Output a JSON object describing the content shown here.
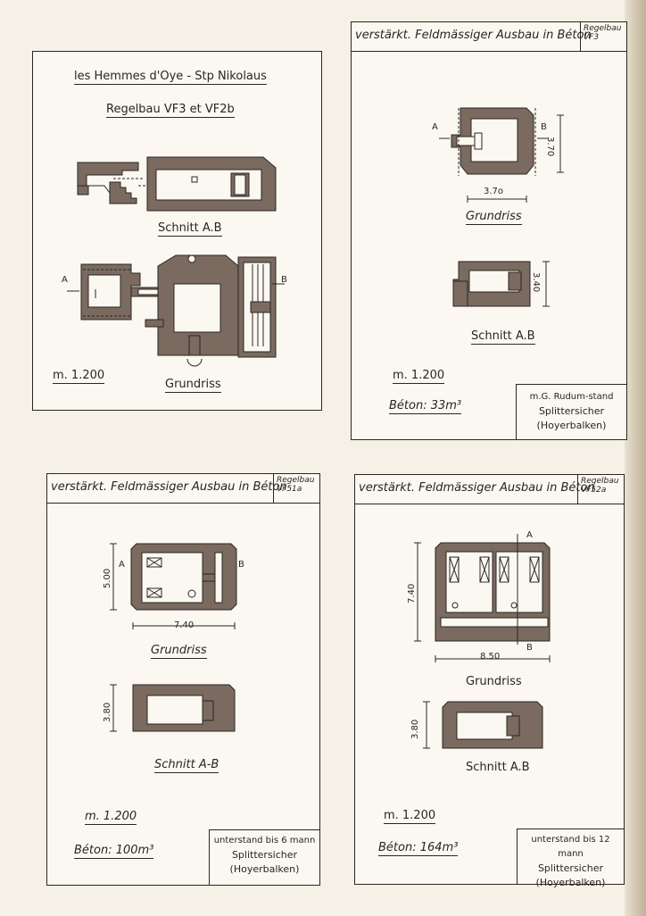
{
  "panel_tl": {
    "title_line1": "les Hemmes d'Oye - Stp Nikolaus",
    "title_line2": "Regelbau VF3 et VF2b",
    "section_label": "Schnitt A.B",
    "plan_label": "Grundriss",
    "scale": "m. 1.200",
    "marker_a": "A",
    "marker_b": "B"
  },
  "panel_tr": {
    "header_title": "verstärkt. Feldmässiger Ausbau in Béton",
    "header_type_line1": "Regelbau",
    "header_type_line2": "VF3",
    "marker_a": "A",
    "marker_b": "B",
    "dim_height": "3.70",
    "dim_width": "3.7o",
    "plan_label": "Grundriss",
    "dim_section_height": "3.40",
    "section_label": "Schnitt A.B",
    "scale": "m. 1.200",
    "concrete": "Béton: 33m³",
    "stamp_line1": "m.G. Rudum-stand",
    "stamp_line2": "Splittersicher",
    "stamp_line3": "(Hoyerbalken)"
  },
  "panel_bl": {
    "header_title": "verstärkt. Feldmässiger Ausbau in Béton",
    "header_type_line1": "Regelbau",
    "header_type_line2": "VF51a",
    "marker_a": "A",
    "marker_b": "B",
    "dim_height": "5.00",
    "dim_width": "7.40",
    "plan_label": "Grundriss",
    "dim_section_height": "3.80",
    "section_label": "Schnitt A-B",
    "scale": "m. 1.200",
    "concrete": "Béton: 100m³",
    "stamp_line1": "unterstand bis 6 mann",
    "stamp_line2": "Splittersicher",
    "stamp_line3": "(Hoyerbalken)"
  },
  "panel_br": {
    "header_title": "verstärkt. Feldmässiger Ausbau in Béton",
    "header_type_line1": "Regelbau",
    "header_type_line2": "VF52a",
    "marker_a": "A",
    "marker_b": "B",
    "dim_height": "7.40",
    "dim_width": "8.50",
    "plan_label": "Grundriss",
    "dim_section_height": "3.80",
    "section_label": "Schnitt A.B",
    "scale": "m. 1.200",
    "concrete": "Béton: 164m³",
    "stamp_line1": "unterstand bis 12 mann",
    "stamp_line2": "Splittersicher",
    "stamp_line3": "(Hoyerbalken)"
  }
}
